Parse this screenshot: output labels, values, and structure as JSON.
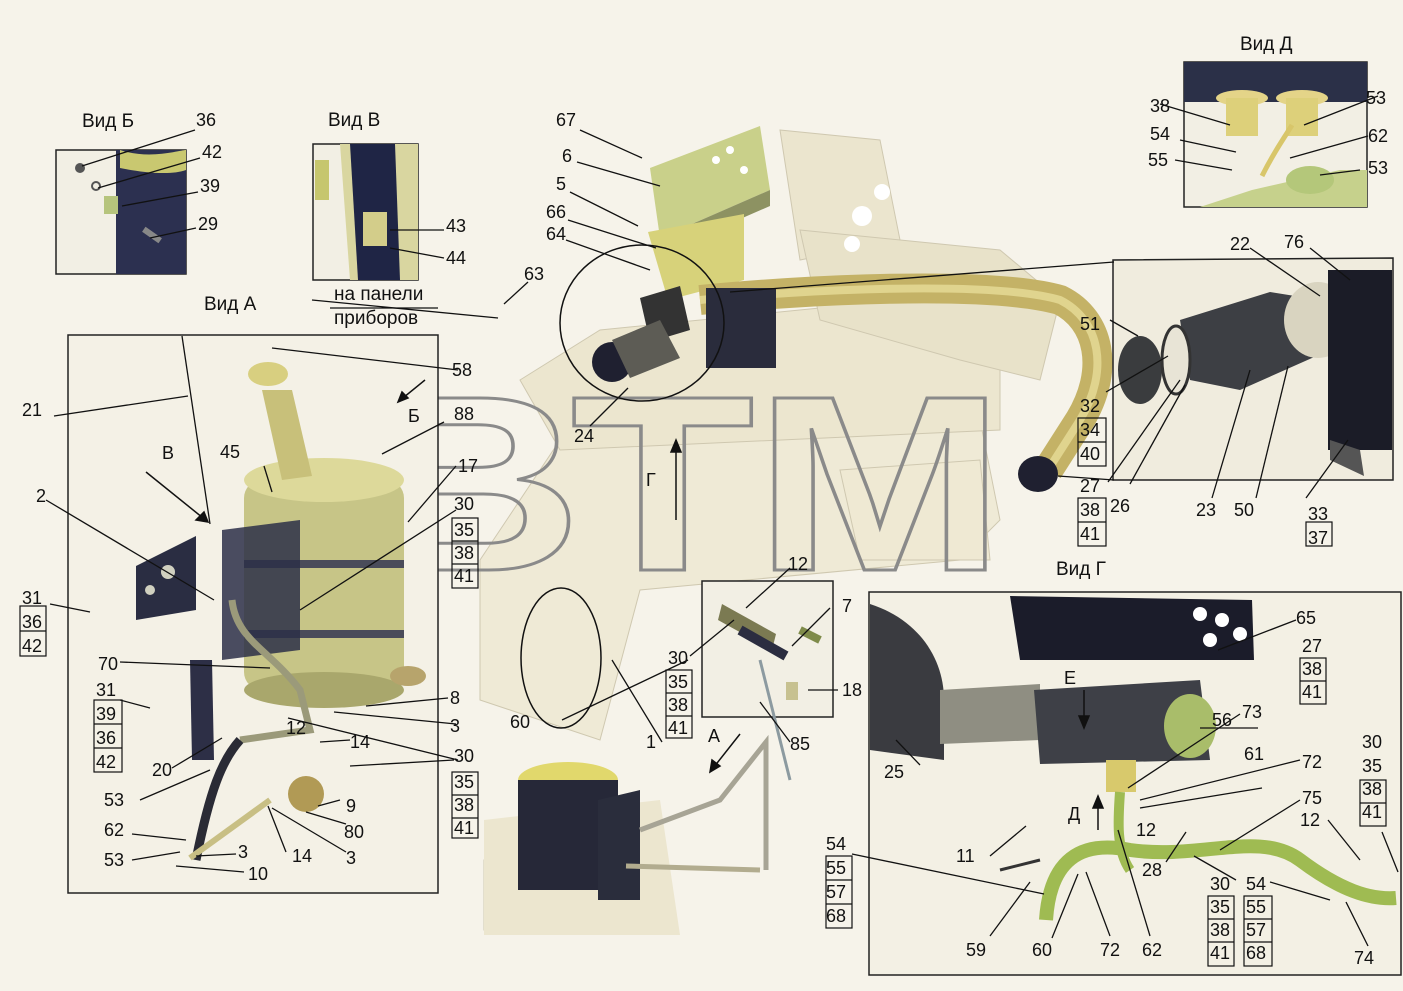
{
  "views": {
    "b_title": "Вид Б",
    "v_title": "Вид В",
    "a_title": "Вид А",
    "g_title": "Вид Г",
    "d_title": "Вид Д",
    "panel_note_line1": "на панели",
    "panel_note_line2": "приборов"
  },
  "watermark": "ВТМ",
  "watermark_reg": "®",
  "direction_letters": {
    "A": "А",
    "B": "Б",
    "V": "В",
    "G": "Г",
    "D": "Д",
    "E": "Е"
  },
  "callouts": [
    "36",
    "42",
    "39",
    "29",
    "43",
    "44",
    "67",
    "6",
    "5",
    "66",
    "64",
    "63",
    "24",
    "38",
    "53",
    "54",
    "62",
    "55",
    "53",
    "22",
    "76",
    "51",
    "32",
    "34",
    "40",
    "27",
    "38",
    "41",
    "26",
    "23",
    "50",
    "33",
    "37",
    "21",
    "58",
    "88",
    "45",
    "17",
    "2",
    "30",
    "35",
    "38",
    "41",
    "31",
    "36",
    "42",
    "70",
    "31",
    "39",
    "36",
    "42",
    "12",
    "14",
    "8",
    "3",
    "20",
    "53",
    "62",
    "53",
    "9",
    "80",
    "3",
    "14",
    "10",
    "3",
    "30",
    "35",
    "38",
    "41",
    "12",
    "7",
    "30",
    "35",
    "38",
    "41",
    "18",
    "85",
    "60",
    "1",
    "65",
    "27",
    "38",
    "41",
    "56",
    "73",
    "25",
    "61",
    "72",
    "30",
    "35",
    "38",
    "41",
    "75",
    "12",
    "12",
    "11",
    "28",
    "54",
    "55",
    "57",
    "68",
    "59",
    "60",
    "72",
    "62",
    "30",
    "35",
    "38",
    "41",
    "54",
    "55",
    "57",
    "68",
    "74"
  ]
}
